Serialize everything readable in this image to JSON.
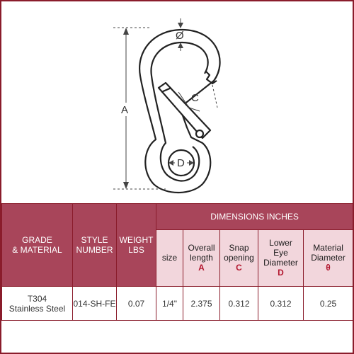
{
  "diagram": {
    "labels": {
      "overall_length": "A",
      "snap_opening": "C",
      "lower_eye": "D",
      "material": "Ø"
    }
  },
  "table": {
    "group_header": "DIMENSIONS INCHES",
    "columns": {
      "grade": [
        "GRADE",
        "& MATERIAL"
      ],
      "style": [
        "STYLE",
        "NUMBER"
      ],
      "weight": [
        "WEIGHT",
        "LBS"
      ],
      "size": "size",
      "overall": {
        "label": [
          "Overall",
          "length"
        ],
        "letter": "A"
      },
      "snap": {
        "label": [
          "Snap",
          "opening"
        ],
        "letter": "C"
      },
      "lower_eye": {
        "label": [
          "Lower",
          "Eye",
          "Diameter"
        ],
        "letter": "D"
      },
      "material": {
        "label": [
          "Material",
          "Diameter"
        ],
        "letter": "θ"
      }
    },
    "row": {
      "grade": [
        "T304",
        "Stainless Steel"
      ],
      "style": "014-SH-FE",
      "weight": "0.07",
      "size": "1/4\"",
      "overall": "2.375",
      "snap": "0.312",
      "lower_eye": "0.312",
      "material": "0.25"
    }
  },
  "colors": {
    "border": "#8a1c2b",
    "header_dark": "#a8455a",
    "header_light": "#f2d6dc",
    "letter": "#b2162e"
  }
}
